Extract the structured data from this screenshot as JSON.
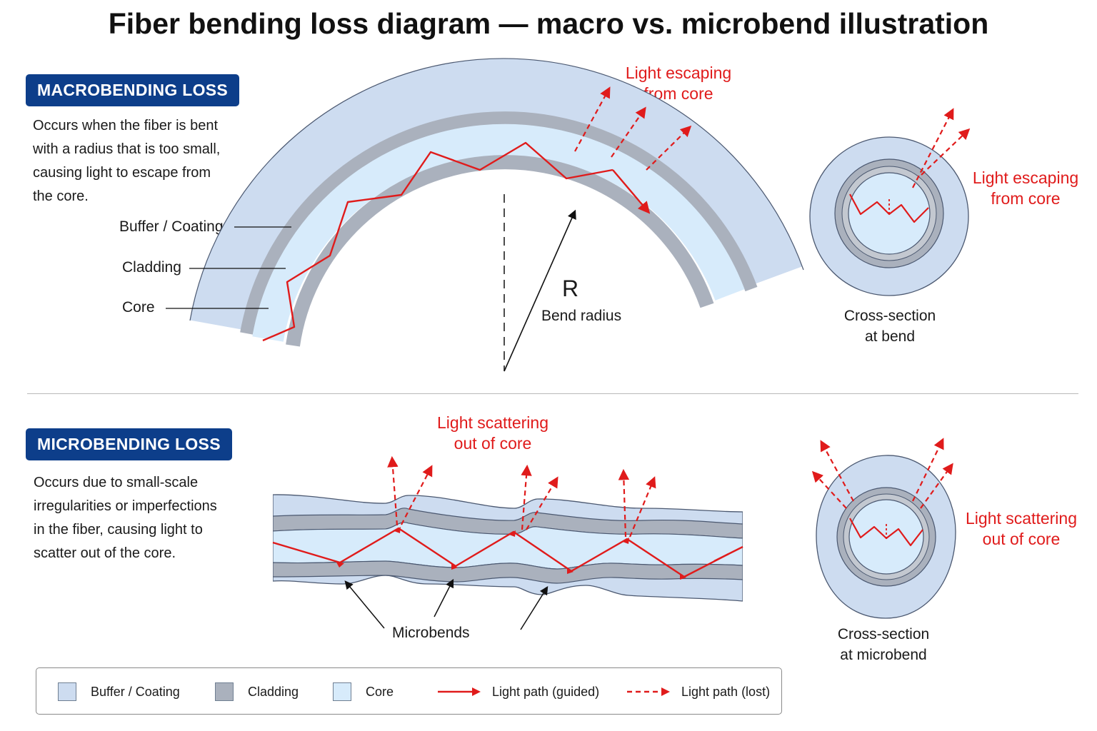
{
  "title": "Fiber bending loss diagram — macro vs. microbend illustration",
  "colors": {
    "buffer": "#cddcf0",
    "cladding": "#aab1bd",
    "core": "#d7ebfb",
    "outline": "#4b5870",
    "light": "#e01b1b",
    "badge": "#0d3e8a"
  },
  "macro": {
    "badge": "MACROBENDING LOSS",
    "description": [
      "Occurs when the fiber is bent",
      "with a radius that is too small,",
      "causing light to escape from",
      "the core."
    ],
    "labels": {
      "buffer": "Buffer / Coating",
      "cladding": "Cladding",
      "core": "Core"
    },
    "escape_label": [
      "Light escaping",
      "from core"
    ],
    "radius_letter": "R",
    "radius_label": "Bend radius",
    "cross_section_label": [
      "Cross-section",
      "at bend"
    ],
    "cross_escape_label": [
      "Light escaping",
      "from core"
    ]
  },
  "micro": {
    "badge": "MICROBENDING LOSS",
    "description": [
      "Occurs due to small-scale",
      "irregularities or imperfections",
      "in the fiber, causing light to",
      "scatter out of the core."
    ],
    "scatter_label": [
      "Light scattering",
      "out of core"
    ],
    "microbends_label": "Microbends",
    "cross_section_label": [
      "Cross-section",
      "at microbend"
    ],
    "cross_scatter_label": [
      "Light scattering",
      "out of core"
    ]
  },
  "legend": [
    {
      "label": "Buffer / Coating",
      "kind": "swatch",
      "color": "#cddcf0"
    },
    {
      "label": "Cladding",
      "kind": "swatch",
      "color": "#aab1bd"
    },
    {
      "label": "Core",
      "kind": "swatch",
      "color": "#d7ebfb"
    },
    {
      "label": "Light path (guided)",
      "kind": "solid-arrow"
    },
    {
      "label": "Light path (lost)",
      "kind": "dashed-arrow"
    }
  ]
}
